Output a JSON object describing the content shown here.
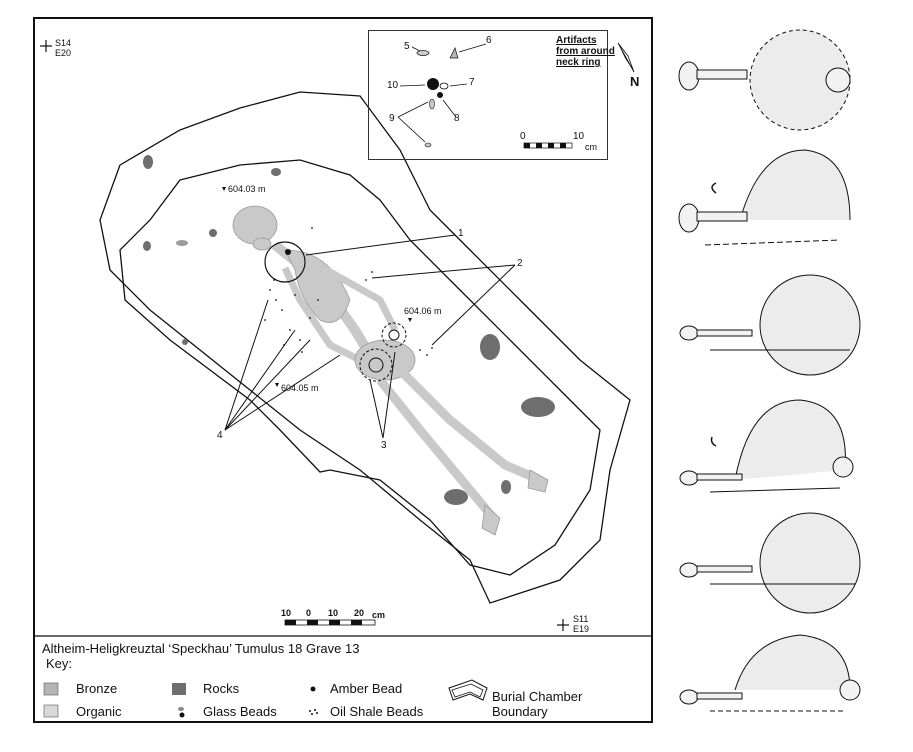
{
  "grid_markers": {
    "top_left": {
      "line1": "S14",
      "line2": "E20"
    },
    "bottom_right": {
      "line1": "S11",
      "line2": "E19"
    }
  },
  "elevations": [
    "604.03 m",
    "604.06 m",
    "604.05 m"
  ],
  "callouts": [
    "1",
    "2",
    "3",
    "4"
  ],
  "inset": {
    "title": "Artifacts from around neck ring",
    "labels": [
      "5",
      "6",
      "10",
      "7",
      "9",
      "8"
    ],
    "scale": {
      "start": "0",
      "end": "10",
      "unit": "cm"
    }
  },
  "north_label": "N",
  "scale_bar": {
    "ticks": [
      "10",
      "0",
      "10",
      "20"
    ],
    "unit": "cm"
  },
  "legend": {
    "title": "Altheim-Heligkreuztal ‘Speckhau’ Tumulus 18 Grave 13",
    "key_label": "Key:",
    "items": [
      {
        "label": "Bronze",
        "swatch": "#b5b5b5"
      },
      {
        "label": "Organic",
        "swatch": "#d8d8d8"
      },
      {
        "label": "Rocks",
        "swatch": "#6e6e6e"
      },
      {
        "label": "Glass Beads"
      },
      {
        "label": "Amber Bead"
      },
      {
        "label": "Oil Shale Beads"
      },
      {
        "label": "Burial Chamber Boundary"
      }
    ]
  },
  "colors": {
    "skeleton": "#c9c9c9",
    "rock": "#6e6e6e",
    "line": "#111111",
    "bronze": "#b5b5b5"
  }
}
